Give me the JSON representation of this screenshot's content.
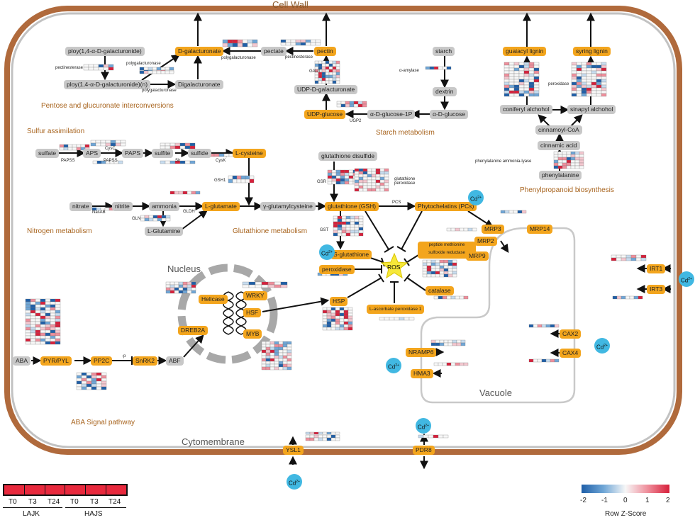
{
  "titles": {
    "cell_wall": "Cell Wall",
    "cytomembrane": "Cytomembrane",
    "nucleus": "Nucleus",
    "vacuole": "Vacuole"
  },
  "pathways": {
    "pentose": "Pentose and glucuronate interconversions",
    "sulfur": "Sulfur assimilation",
    "starch": "Starch metabolism",
    "nitrogen": "Nitrogen metabolism",
    "glutathione": "Glutathione metabolism",
    "phenylpropanoid": "Phenylpropanoid  biosynthesis",
    "aba": "ABA Signal pathway"
  },
  "nodes": {
    "poly1": "ploy(1,4-α-D-galacturonide)",
    "polyn": "ploy(1,4-α-D-galacturonide)(n)",
    "dgal": "D-galacturonate",
    "pectate": "pectate",
    "pectin": "pectin",
    "digal": "Digalacturonate",
    "udpgal": "UDP-D-galacturonate",
    "udpglc": "UDP-glucose",
    "ag1p": "α-D-glucose-1P",
    "ag": "α-D-glucose",
    "starch": "starch",
    "dextrin": "dextrin",
    "guaiacyl": "guaiacyl  lignin",
    "syring": "syring lignin",
    "coniferyl": "coniferyl  alchohol",
    "sinapyl": "sinapyl  alchohol",
    "cinnamoyl": "cinnamoyl-CoA",
    "cinnamic": "cinnamic acid",
    "phenylalanine": "phenylalanine",
    "sulfate": "sulfate",
    "aps": "APS",
    "paps": "PAPS",
    "sulfite": "sulfite",
    "sulfide": "sulfide",
    "lcys": "L-cysteine",
    "gssg": "glutathione disulfide",
    "nitrate": "nitrate",
    "nitrite": "nitrite",
    "ammonia": "ammonia",
    "lglu": "L-glutamate",
    "lgln": "L-Glutamine",
    "gglu": "γ-glutamylcysteine",
    "gsh": "glutathione (GSH)",
    "pcs_prod": "Phytochelatins (PCs)",
    "sglut": "S-glutathione",
    "ros": "ROS",
    "peroxidase": "peroxidase",
    "catalase": "catalase",
    "msr": "peptide methionine sulfoxide reductase",
    "apx": "L-ascorbate peroxidase 1",
    "hsp": "HSP",
    "mrp3": "MRP3",
    "mrp14": "MRP14",
    "mrp2": "MRP2",
    "mrp9": "MRP9",
    "irt1": "IRT1",
    "irt3": "IRT3",
    "cax2": "CAX2",
    "cax4": "CAX4",
    "nramp6": "NRAMP6",
    "hma3": "HMA3",
    "ysl1": "YSL1",
    "pdr8": "PDR8",
    "helicase": "Helicase",
    "wrky": "WRKY",
    "hsf": "HSF",
    "myb": "MYB",
    "dreb2a": "DREB2A",
    "aba": "ABA",
    "pyr": "PYR/PYL",
    "pp2c": "PP2C",
    "snrk2": "SnRK2",
    "abf": "ABF"
  },
  "enzymes": {
    "pectinesterase1": "pectinesterase",
    "pectinesterase2": "pectinesterase",
    "polygal1": "polygalacturonase",
    "polygal2": "polygalacturonase",
    "polygal3": "polygalacturonase",
    "polygal4": "polygalacturonase",
    "gaut": "GAUT",
    "ugp2": "UGP2",
    "amylase": "α-amylase",
    "peroxidase_ph": "peroxidase",
    "pal": "phenylalanine ammonia-lyase",
    "papss1": "PAPSS",
    "cysc": "CysC",
    "papss2": "PAPSS",
    "sir": "Sir",
    "cysk": "CysK",
    "gsh1": "GSH1",
    "gsr": "GSR",
    "gpx": "glutathione peroxidase",
    "nasab": "NasAB",
    "gldh": "GLDH",
    "gln": "GLN",
    "gst": "GST",
    "pcs": "PCS",
    "minus_p": "-p"
  },
  "cd_label": "Cd",
  "cd_sup": "2+",
  "legend": {
    "title": "Row Z-Score",
    "ticks": [
      "-2",
      "-1",
      "0",
      "1",
      "2"
    ]
  },
  "sample_legend": {
    "times": [
      "T0",
      "T3",
      "T24",
      "T0",
      "T3",
      "T24"
    ],
    "groups": [
      "LAJK",
      "HAJS"
    ]
  },
  "colors": {
    "wall": "#b06a3c",
    "node_gray": "#c8c8c8",
    "node_orange": "#f3a51d",
    "cd_blue": "#41b8e2",
    "heat_red": "#d7203b",
    "heat_blue": "#1f5fa8"
  }
}
